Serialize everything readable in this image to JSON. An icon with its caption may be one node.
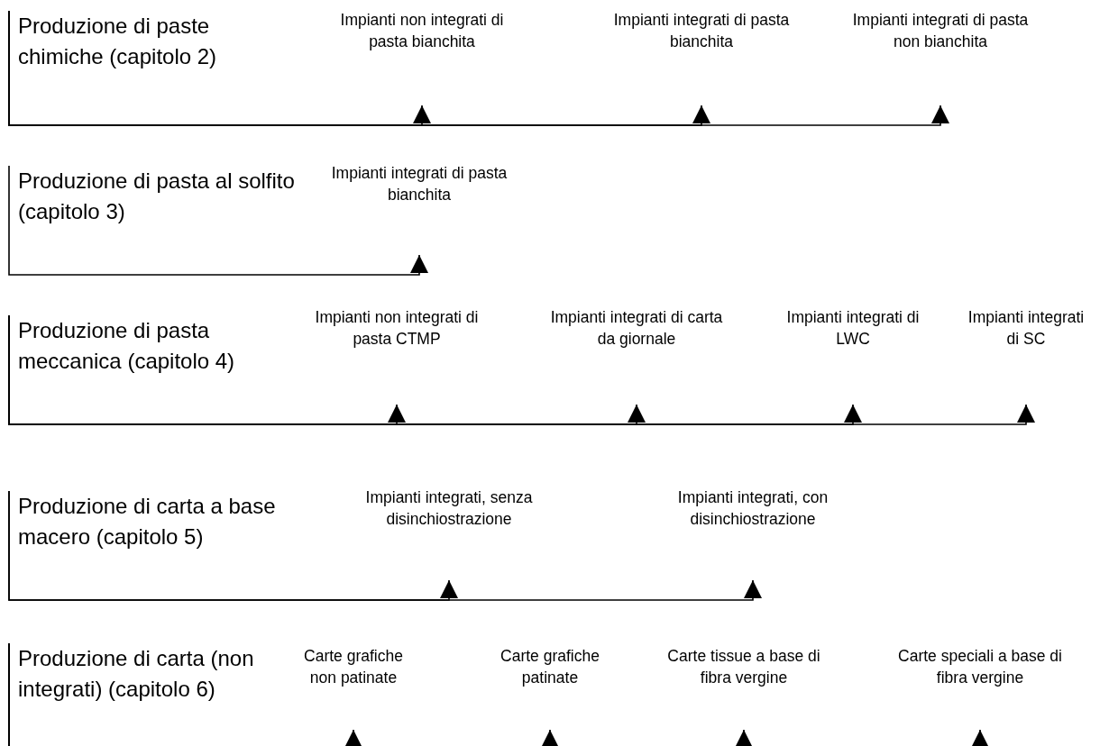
{
  "diagram": {
    "nodes": [
      {
        "text": [
          "Produzione di paste chimiche (capitolo 2)"
        ]
      },
      {
        "text": [
          "Impianti non integrati di pasta bianchita"
        ]
      },
      {
        "text": [
          "Impianti integrati di pasta bianchita"
        ]
      },
      {
        "text": [
          "Impianti integrati di pasta non bianchita"
        ]
      },
      {
        "text": [
          "Produzione di pasta al solfito (capitolo 3)"
        ]
      },
      {
        "text": [
          "Impianti integrati di pasta bianchita"
        ]
      },
      {
        "text": [
          "Produzione di pasta meccanica (capitolo 4)"
        ]
      },
      {
        "text": [
          "Impianti non integrati di pasta CTMP"
        ]
      },
      {
        "text": [
          "Impianti integrati di carta da giornale"
        ]
      },
      {
        "text": [
          "Impianti integrati di LWC"
        ]
      },
      {
        "text": [
          "Impianti integrati di SC"
        ]
      },
      {
        "text": [
          "Produzione di carta a base macero (capitolo 5)"
        ]
      },
      {
        "text": [
          "Impianti integrati, senza disinchiostrazione"
        ]
      },
      {
        "text": [
          "Impianti integrati, con disinchiostrazione"
        ]
      },
      {
        "text": [
          "Produzione di carta (non integrati) (capitolo 6)"
        ]
      },
      {
        "text": [
          "Carte grafiche non patinate"
        ]
      },
      {
        "text": [
          "Carte grafiche patinate"
        ]
      },
      {
        "text": [
          "Carte tissue a base di fibra vergine"
        ]
      },
      {
        "text": [
          "Carte speciali a base di fibra vergine"
        ]
      }
    ],
    "edges": [
      {
        "from": 0,
        "to": 1,
        "arrow": "to"
      },
      {
        "from": 0,
        "to": 2,
        "arrow": "to"
      },
      {
        "from": 0,
        "to": 3,
        "arrow": "to"
      },
      {
        "from": 4,
        "to": 5,
        "arrow": "to"
      },
      {
        "from": 6,
        "to": 7,
        "arrow": "to"
      },
      {
        "from": 6,
        "to": 8,
        "arrow": "to"
      },
      {
        "from": 6,
        "to": 9,
        "arrow": "to"
      },
      {
        "from": 6,
        "to": 10,
        "arrow": "to"
      },
      {
        "from": 11,
        "to": 12,
        "arrow": "to"
      },
      {
        "from": 11,
        "to": 13,
        "arrow": "to"
      },
      {
        "from": 14,
        "to": 15,
        "arrow": "to"
      },
      {
        "from": 14,
        "to": 16,
        "arrow": "to"
      },
      {
        "from": 14,
        "to": 17,
        "arrow": "to"
      },
      {
        "from": 14,
        "to": 18,
        "arrow": "to"
      }
    ]
  }
}
